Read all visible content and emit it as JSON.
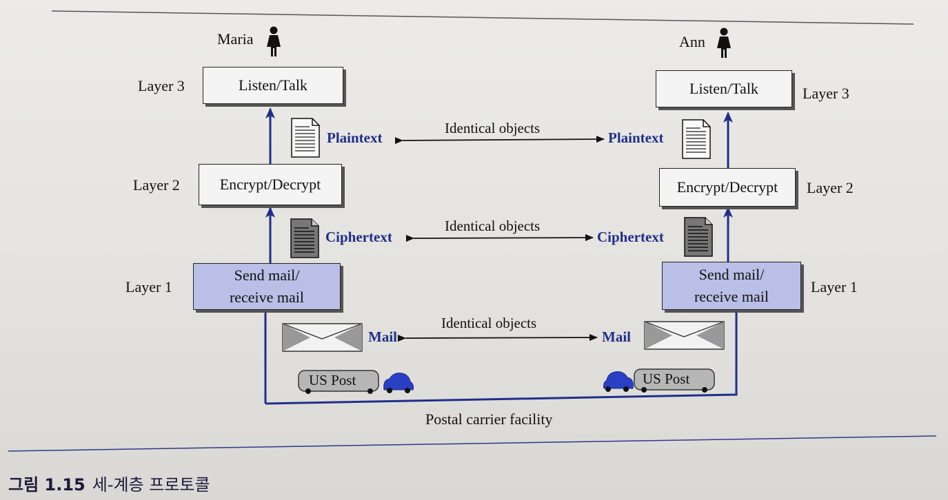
{
  "left": {
    "person": "Maria",
    "layer3_label": "Layer 3",
    "layer2_label": "Layer 2",
    "layer1_label": "Layer 1",
    "layer3_box": "Listen/Talk",
    "layer2_box": "Encrypt/Decrypt",
    "layer1_box_line1": "Send mail/",
    "layer1_box_line2": "receive mail",
    "plaintext": "Plaintext",
    "ciphertext": "Ciphertext",
    "mail": "Mail",
    "truck": "US Post"
  },
  "right": {
    "person": "Ann",
    "layer3_label": "Layer 3",
    "layer2_label": "Layer 2",
    "layer1_label": "Layer 1",
    "layer3_box": "Listen/Talk",
    "layer2_box": "Encrypt/Decrypt",
    "layer1_box_line1": "Send mail/",
    "layer1_box_line2": "receive mail",
    "plaintext": "Plaintext",
    "ciphertext": "Ciphertext",
    "mail": "Mail",
    "truck": "US Post"
  },
  "middle": {
    "identical_1": "Identical objects",
    "identical_2": "Identical objects",
    "identical_3": "Identical objects",
    "facility": "Postal carrier facility"
  },
  "caption": {
    "number": "그림 1.15",
    "title": "세-계층 프로토콜"
  },
  "colors": {
    "path": "#1f2e8c",
    "layer1_fill": "#b9bfe6",
    "truck_blue": "#2a3fc4"
  },
  "icons": [
    "person-icon",
    "document-icon",
    "envelope-icon",
    "truck-icon",
    "car-icon"
  ]
}
